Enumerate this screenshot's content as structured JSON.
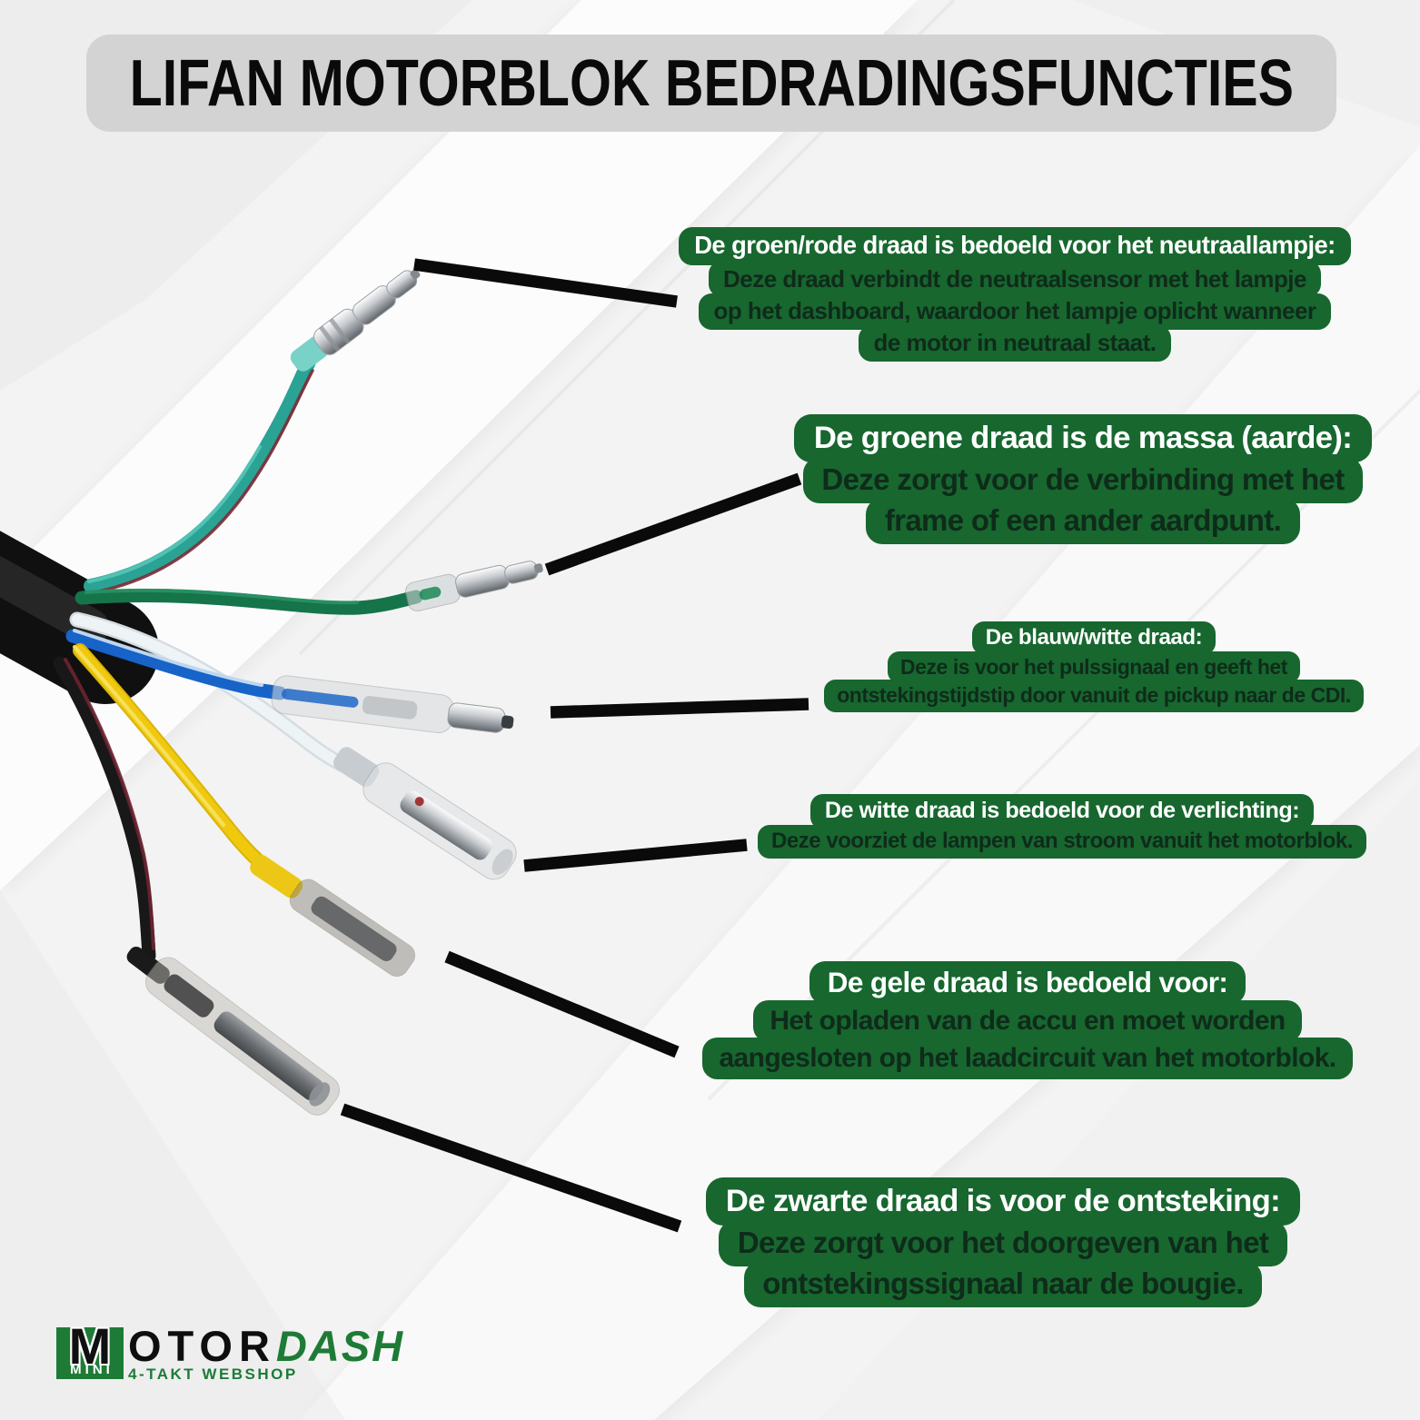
{
  "title": {
    "text": "LIFAN MOTORBLOK BEDRADINGSFUNCTIES"
  },
  "colors": {
    "title_bg": "#D3D3D3",
    "callout_bg": "#17672F",
    "callout_heading": "#FFFFFF",
    "callout_body": "#0F2B1A",
    "pointer": "#0A0A0A",
    "logo_green": "#1E7B36"
  },
  "callouts": [
    {
      "wire": "groen/rood",
      "heading": "De groen/rode draad is bedoeld voor het neutraallampje:",
      "lines": [
        "Deze draad verbindt de neutraalsensor  met het lampje",
        "op het dashboard, waardoor het lampje oplicht wanneer",
        "de motor in neutraal staat."
      ]
    },
    {
      "wire": "groen",
      "heading": "De groene draad is de massa (aarde):",
      "lines": [
        "Deze zorgt voor de verbinding met het",
        "frame of een ander aardpunt."
      ]
    },
    {
      "wire": "blauw/wit",
      "heading": "De blauw/witte draad:",
      "lines": [
        "Deze is voor het pulssignaal en geeft het",
        "ontstekingstijdstip door vanuit de pickup naar de CDI."
      ]
    },
    {
      "wire": "wit",
      "heading": "De witte draad is bedoeld voor de verlichting:",
      "lines": [
        "Deze voorziet de lampen van stroom vanuit het motorblok."
      ]
    },
    {
      "wire": "geel",
      "heading": "De gele draad is bedoeld voor:",
      "lines": [
        "Het opladen van de accu en moet worden",
        "aangesloten op het laadcircuit van het motorblok."
      ]
    },
    {
      "wire": "zwart",
      "heading": "De zwarte draad is voor de ontsteking:",
      "lines": [
        "Deze zorgt voor het doorgeven van het",
        "ontstekingssignaal naar de bougie."
      ]
    }
  ],
  "wires": [
    {
      "label": "groen/rood (neutraallampje)",
      "color": "#2AA395"
    },
    {
      "label": "groen (massa)",
      "color": "#15744A"
    },
    {
      "label": "blauw/wit (pulssignaal)",
      "color": "#1763C8"
    },
    {
      "label": "wit (verlichting)",
      "color": "#E9EEF2"
    },
    {
      "label": "geel (acculaden)",
      "color": "#F0C90F"
    },
    {
      "label": "zwart (ontsteking)",
      "color": "#181818"
    }
  ],
  "logo": {
    "m": "M",
    "otor": "OTOR",
    "dash": "DASH",
    "mini": "MINI",
    "tagline": "4-TAKT WEBSHOP"
  }
}
